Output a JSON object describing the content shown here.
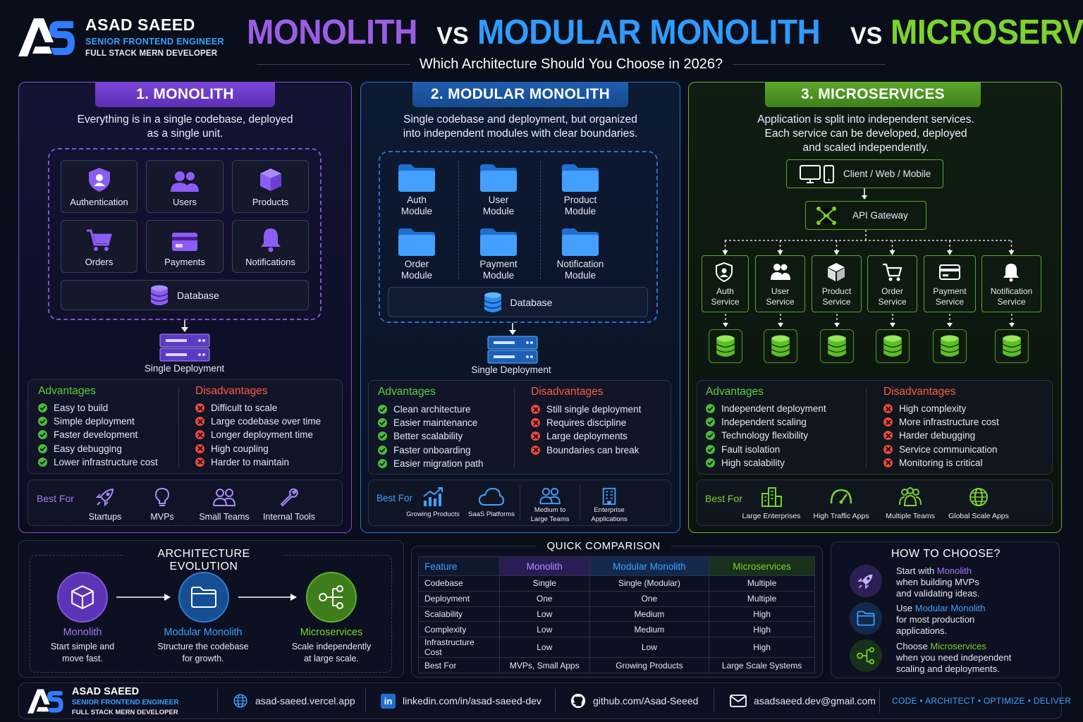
{
  "brand": {
    "name": "ASAD SAEED",
    "role": "SENIOR FRONTEND ENGINEER",
    "sub": "FULL STACK MERN DEVELOPER"
  },
  "title": {
    "monolith": "MONOLITH",
    "vs": "VS",
    "modular": "MODULAR MONOLITH",
    "micro": "MICROSERVICES",
    "subtitle": "Which Architecture Should You Choose in 2026?"
  },
  "colors": {
    "purple": "#9b5de5",
    "blue": "#2f9bff",
    "green": "#7bd32d",
    "red": "#e84a3b"
  },
  "monolith": {
    "tab": "1. MONOLITH",
    "desc1": "Everything is in a single codebase, deployed",
    "desc2": "as a single unit.",
    "cards": [
      "Authentication",
      "Users",
      "Products",
      "Orders",
      "Payments",
      "Notifications"
    ],
    "database": "Database",
    "deployment": "Single Deployment",
    "adv_title": "Advantages",
    "dis_title": "Disadvantages",
    "advantages": [
      "Easy to build",
      "Simple deployment",
      "Faster development",
      "Easy debugging",
      "Lower infrastructure cost"
    ],
    "disadvantages": [
      "Difficult to scale",
      "Large codebase over time",
      "Longer deployment time",
      "High coupling",
      "Harder to maintain"
    ],
    "best_for_title": "Best For",
    "best_for": [
      "Startups",
      "MVPs",
      "Small Teams",
      "Internal Tools"
    ]
  },
  "modular": {
    "tab": "2. MODULAR MONOLITH",
    "desc1": "Single codebase and deployment, but organized",
    "desc2": "into independent modules with clear boundaries.",
    "modules": [
      [
        "Auth",
        "Module"
      ],
      [
        "User",
        "Module"
      ],
      [
        "Product",
        "Module"
      ],
      [
        "Order",
        "Module"
      ],
      [
        "Payment",
        "Module"
      ],
      [
        "Notification",
        "Module"
      ]
    ],
    "database": "Database",
    "deployment": "Single Deployment",
    "adv_title": "Advantages",
    "dis_title": "Disadvantages",
    "advantages": [
      "Clean architecture",
      "Easier maintenance",
      "Better scalability",
      "Faster onboarding",
      "Easier migration path"
    ],
    "disadvantages": [
      "Still single deployment",
      "Requires discipline",
      "Large deployments",
      "Boundaries can break"
    ],
    "best_for_title": "Best For",
    "best_for": [
      [
        "Growing Products"
      ],
      [
        "SaaS Platforms"
      ],
      [
        "Medium to",
        "Large Teams"
      ],
      [
        "Enterprise",
        "Applications"
      ]
    ]
  },
  "micro": {
    "tab": "3. MICROSERVICES",
    "desc1": "Application is split into independent services.",
    "desc2": "Each service can be developed, deployed",
    "desc3": "and scaled independently.",
    "client": "Client / Web / Mobile",
    "gateway": "API Gateway",
    "services": [
      [
        "Auth",
        "Service"
      ],
      [
        "User",
        "Service"
      ],
      [
        "Product",
        "Service"
      ],
      [
        "Order",
        "Service"
      ],
      [
        "Payment",
        "Service"
      ],
      [
        "Notification",
        "Service"
      ]
    ],
    "adv_title": "Advantages",
    "dis_title": "Disadvantages",
    "advantages": [
      "Independent deployment",
      "Independent scaling",
      "Technology flexibility",
      "Fault isolation",
      "High scalability"
    ],
    "disadvantages": [
      "High complexity",
      "More infrastructure cost",
      "Harder debugging",
      "Service communication",
      "Monitoring is critical"
    ],
    "best_for_title": "Best For",
    "best_for": [
      "Large Enterprises",
      "High Traffic Apps",
      "Multiple Teams",
      "Global Scale Apps"
    ]
  },
  "evolution": {
    "title": "ARCHITECTURE EVOLUTION",
    "steps": [
      {
        "name": "Monolith",
        "d1": "Start simple and",
        "d2": "move fast."
      },
      {
        "name": "Modular Monolith",
        "d1": "Structure the codebase",
        "d2": "for growth."
      },
      {
        "name": "Microservices",
        "d1": "Scale independently",
        "d2": "at large scale."
      }
    ]
  },
  "comparison": {
    "title": "QUICK COMPARISON",
    "headers": [
      "Feature",
      "Monolith",
      "Modular Monolith",
      "Microservices"
    ],
    "rows": [
      [
        "Codebase",
        "Single",
        "Single (Modular)",
        "Multiple"
      ],
      [
        "Deployment",
        "One",
        "One",
        "Multiple"
      ],
      [
        "Scalability",
        "Low",
        "Medium",
        "High"
      ],
      [
        "Complexity",
        "Low",
        "Medium",
        "High"
      ],
      [
        "Infrastructure Cost",
        "Low",
        "Low",
        "High"
      ],
      [
        "Best For",
        "MVPs, Small Apps",
        "Growing Products",
        "Large Scale Systems"
      ]
    ]
  },
  "choose": {
    "title": "HOW TO CHOOSE?",
    "items": [
      {
        "pre": "Start with ",
        "hl": "Monolith",
        "l2": "when building MVPs",
        "l3": "and validating ideas."
      },
      {
        "pre": "Use ",
        "hl": "Modular Monolith",
        "l2": "for most production",
        "l3": "applications."
      },
      {
        "pre": "Choose ",
        "hl": "Microservices",
        "l2": "when you need independent",
        "l3": "scaling and deployments."
      }
    ]
  },
  "footer": {
    "website": "asad-saeed.vercel.app",
    "linkedin": "linkedin.com/in/asad-saeed-dev",
    "github": "github.com/Asad-Seeed",
    "email": "asadsaeed.dev@gmail.com",
    "tagline": "CODE • ARCHITECT • OPTIMIZE • DELIVER"
  }
}
